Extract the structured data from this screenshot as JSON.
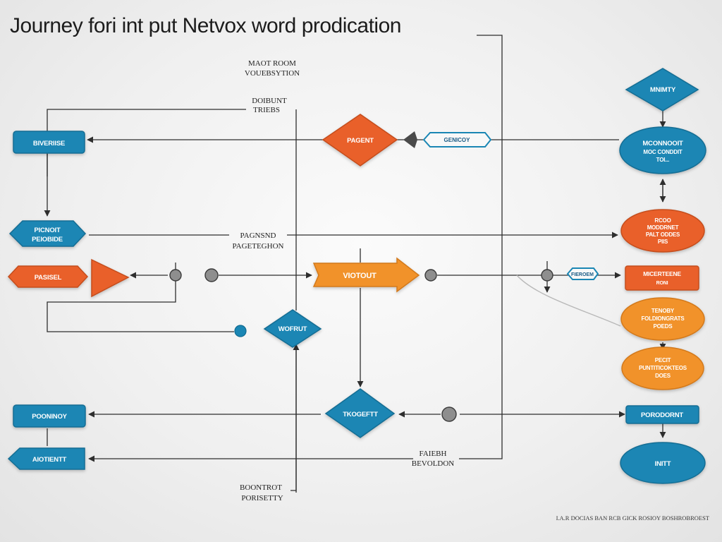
{
  "title": "Journey fori int put Netvox word prodication",
  "annotations": {
    "top_a_1": "MAOT ROOM",
    "top_a_2": "VOUEBSYTION",
    "top_b_1": "DOIBUNT",
    "top_b_2": "TRIEBS",
    "mid_1": "PAGNSND",
    "mid_2": "PAGETEGHON",
    "low_r_1": "FAIEBH",
    "low_r_2": "BEVOLDON",
    "bottom_1": "BOONTROT",
    "bottom_2": "PORISETTY"
  },
  "nodes": {
    "left_rect_1": "BIVERIISE",
    "left_hex": "PICNOIT\nPEIOBIDE",
    "left_orange_arrow": "PASISEL",
    "left_rect_2": "POONINOY",
    "left_arrow_2": "AIOTIENTT",
    "center_orange_diamond": "PAGENT",
    "center_tag": "GENICOY",
    "center_arrow": "VIOTOUT",
    "center_blue_diamond_1": "WOFRUT",
    "center_blue_diamond_2": "TKOGEFTT",
    "right_diamond": "MNIMTY",
    "right_ellipse_1": "MCONNOOIT\nMOC CONDDIT\nTOI...",
    "right_ellipse_2": "RCOO\nMODDRNET\nPALT ODDES\nPIIS",
    "right_tag": "FIEROEM",
    "right_rect_orange": "MICERTEENE\nRONI",
    "right_ellipse_3": "TENOBY\nFOLDIONGRATS\nPOEDS",
    "right_ellipse_4": "PECIT\nPUNTITICOKTEOS\nDOES",
    "right_rect_blue": "PORODORNT",
    "right_ellipse_5": "INITT"
  },
  "footer": "I.A.R DOCIAS BAN RCB GICK ROSIOY BOSHROBROEST"
}
